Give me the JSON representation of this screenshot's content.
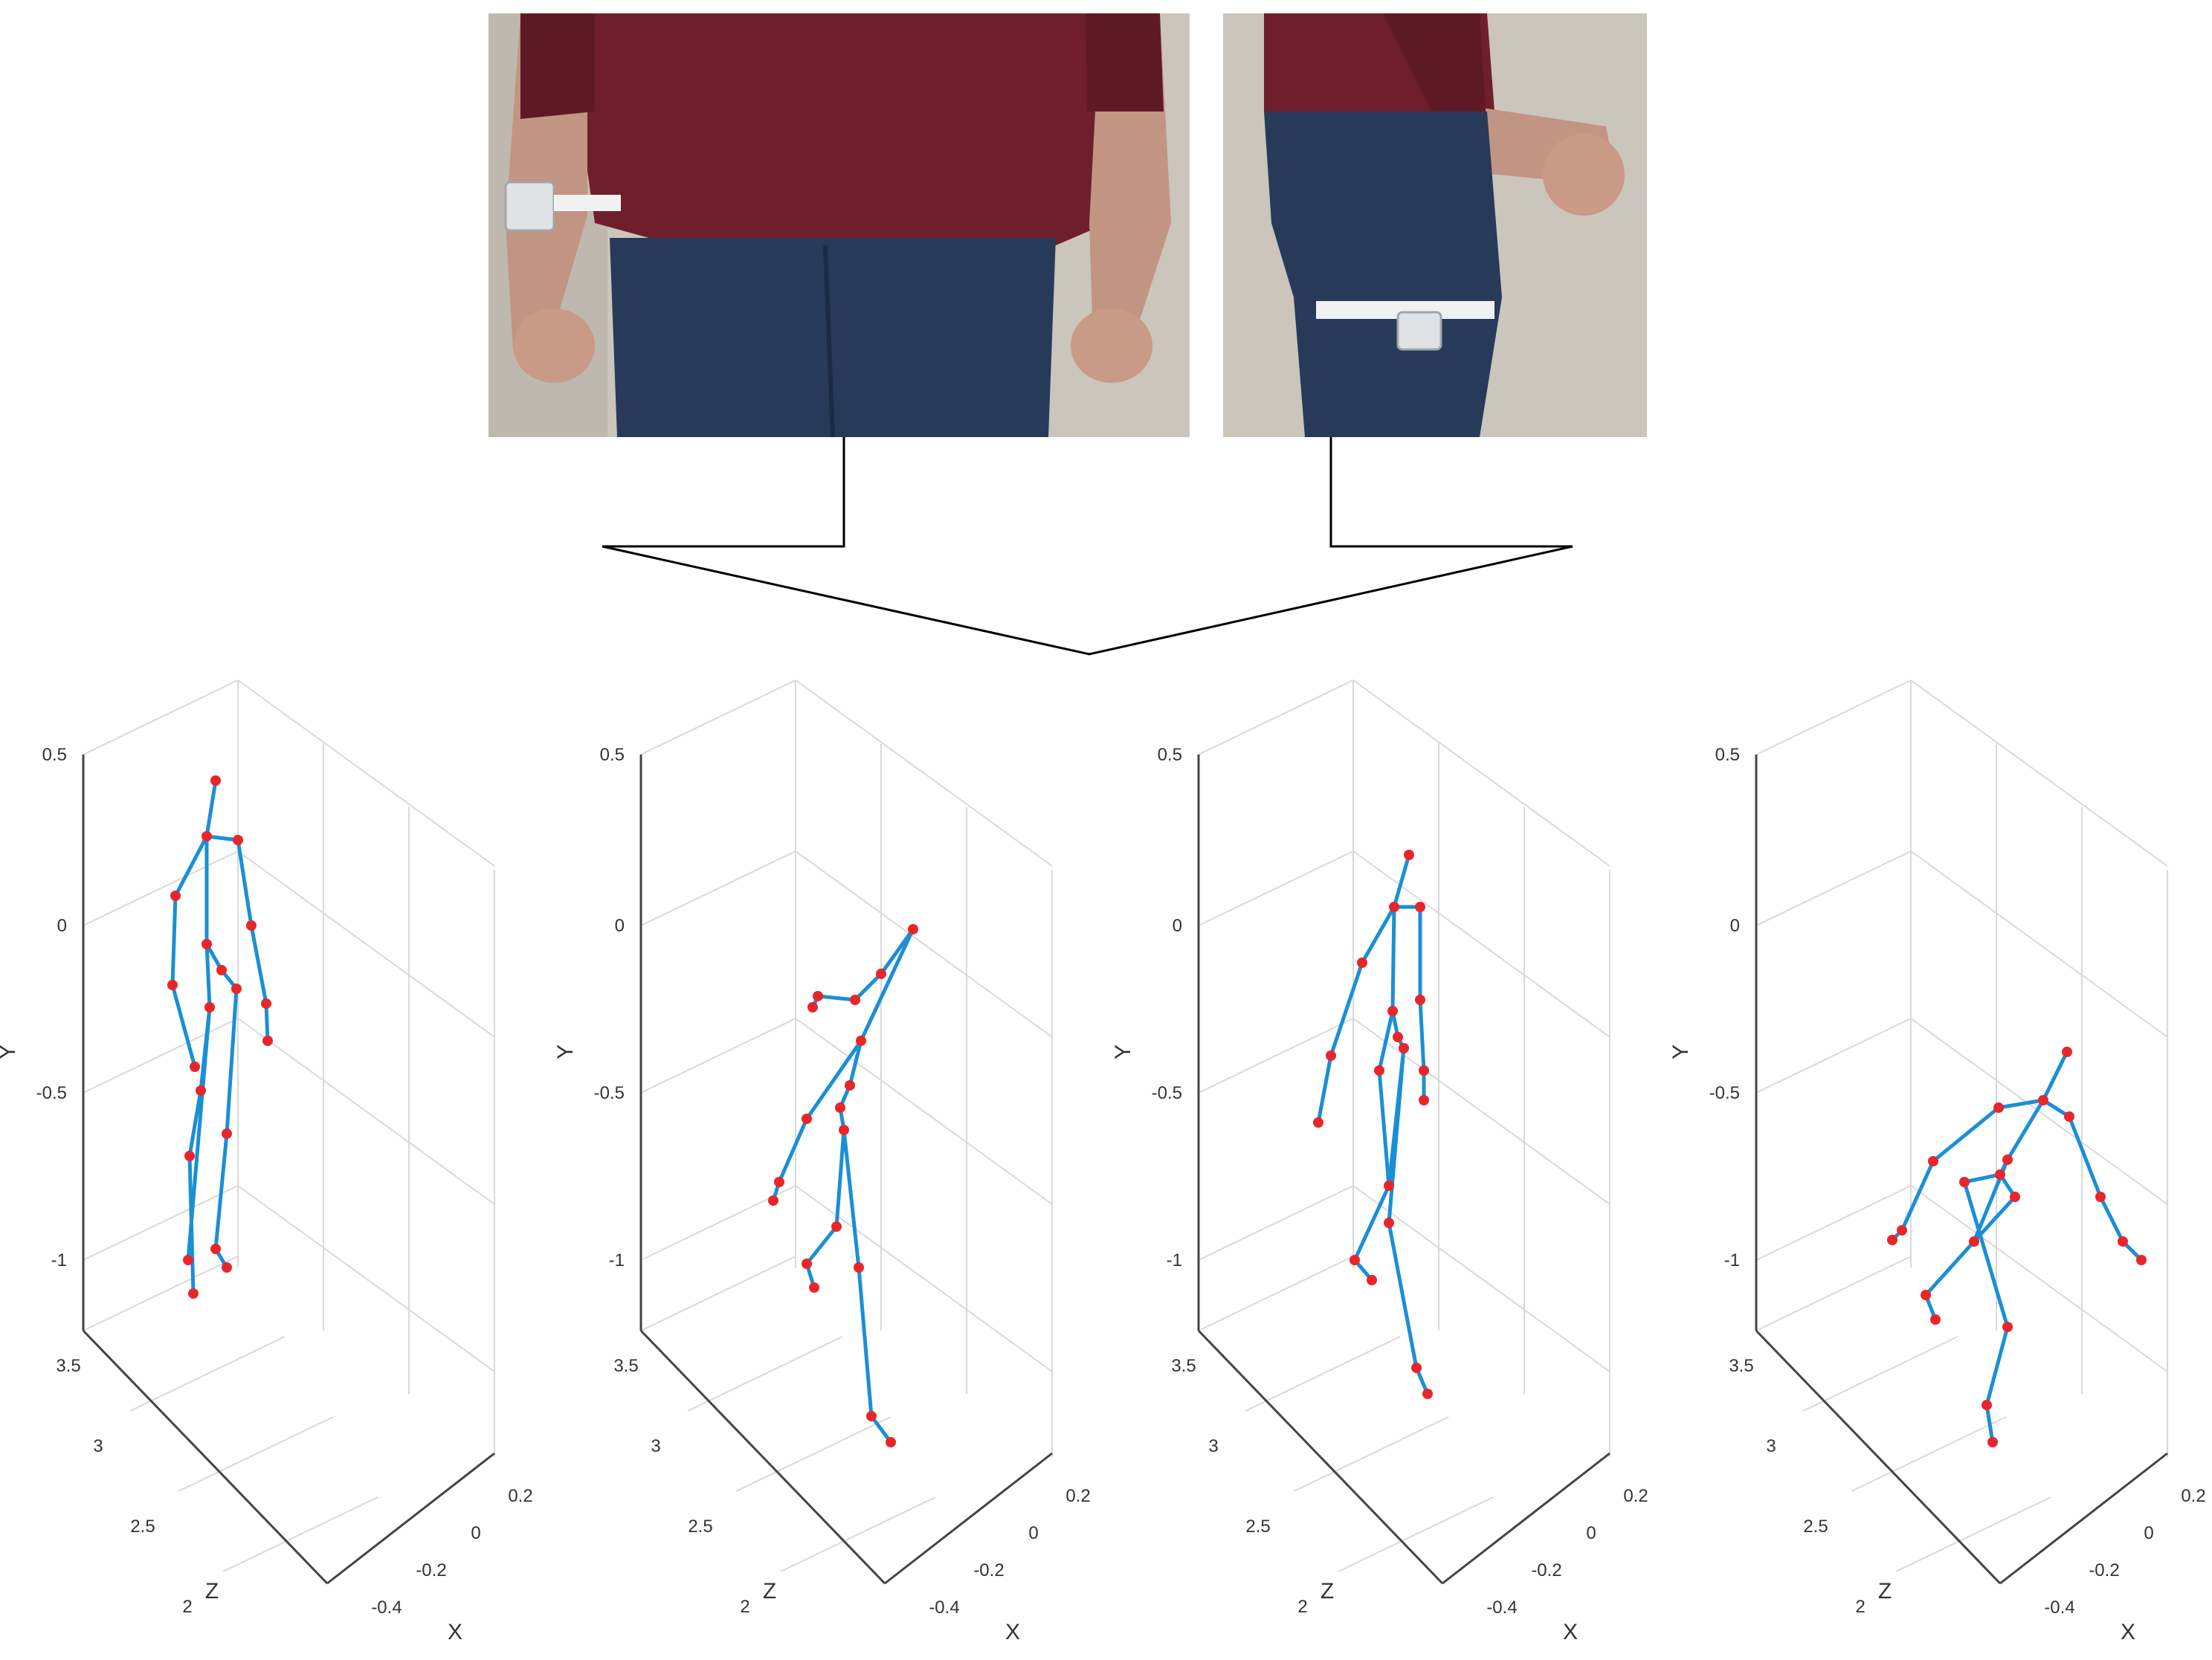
{
  "photos": [
    {
      "name": "wrist-sensor-photo",
      "description_icon": "person-front-view"
    },
    {
      "name": "thigh-sensor-photo",
      "description_icon": "person-side-view"
    }
  ],
  "colors": {
    "bone": "#1a8fd6",
    "joint": "#e8262a",
    "axis": "#444444",
    "grid": "#d9d9d9",
    "shirt": "#6e1f2b",
    "jeans": "#283a5a",
    "skin": "#c99a86",
    "wall": "#c9c2b8",
    "sensor": "#dfe3e6"
  },
  "plots": [
    {
      "y_ticks": [
        "0.5",
        "0",
        "-0.5",
        "-1"
      ],
      "z_ticks": [
        "3.5",
        "3",
        "2.5",
        "2"
      ],
      "x_ticks": [
        "-0.4",
        "-0.2",
        "0",
        "0.2"
      ],
      "y_label": "Y",
      "z_label": "Z",
      "x_label": "X"
    },
    {
      "y_ticks": [
        "0.5",
        "0",
        "-0.5",
        "-1"
      ],
      "z_ticks": [
        "3.5",
        "3",
        "2.5",
        "2"
      ],
      "x_ticks": [
        "-0.4",
        "-0.2",
        "0",
        "0.2"
      ],
      "y_label": "Y",
      "z_label": "Z",
      "x_label": "X"
    },
    {
      "y_ticks": [
        "0.5",
        "0",
        "-0.5",
        "-1"
      ],
      "z_ticks": [
        "3.5",
        "3",
        "2.5",
        "2"
      ],
      "x_ticks": [
        "-0.4",
        "-0.2",
        "0",
        "0.2"
      ],
      "y_label": "Y",
      "z_label": "Z",
      "x_label": "X"
    },
    {
      "y_ticks": [
        "0.5",
        "0",
        "-0.5",
        "-1"
      ],
      "z_ticks": [
        "3.5",
        "3",
        "2.5",
        "2"
      ],
      "x_ticks": [
        "-0.4",
        "-0.2",
        "0",
        "0.2"
      ],
      "y_label": "Y",
      "z_label": "Z",
      "x_label": "X"
    }
  ]
}
